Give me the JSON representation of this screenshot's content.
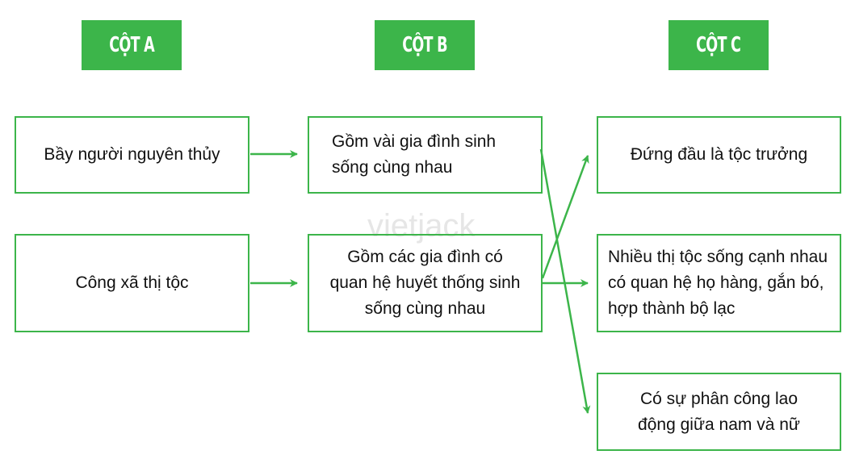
{
  "headers": {
    "a": "CỘT A",
    "b": "CỘT B",
    "c": "CỘT C"
  },
  "column_a": [
    "Bầy người nguyên thủy",
    "Công xã thị tộc"
  ],
  "column_b": [
    "Gồm vài gia đình sinh sống cùng nhau",
    "Gồm các gia đình có quan hệ huyết thống sinh sống cùng nhau"
  ],
  "column_c": [
    "Đứng đầu là tộc trưởng",
    "Nhiều thị tộc sống cạnh nhau có quan hệ họ hàng, gắn bó, hợp thành bộ lạc",
    "Có sự phân công lao động giữa nam và nữ"
  ],
  "watermark": "vietjack",
  "colors": {
    "accent": "#3cb54a"
  },
  "connections": [
    [
      "A1",
      "B1"
    ],
    [
      "A2",
      "B2"
    ],
    [
      "B1",
      "C3"
    ],
    [
      "B2",
      "C1"
    ],
    [
      "B2",
      "C2"
    ]
  ]
}
